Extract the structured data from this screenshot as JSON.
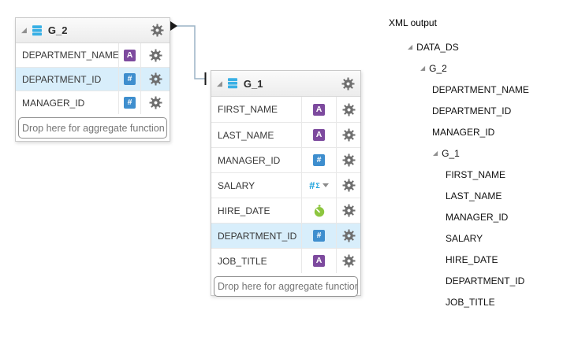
{
  "diagram": {
    "groups": [
      {
        "title": "G_2",
        "header_icon": "dataset-icon",
        "fields": [
          {
            "name": "DEPARTMENT_NAME",
            "type": "text",
            "type_icon": "text-type-icon",
            "highlighted": false
          },
          {
            "name": "DEPARTMENT_ID",
            "type": "number",
            "type_icon": "number-type-icon",
            "highlighted": true
          },
          {
            "name": "MANAGER_ID",
            "type": "number",
            "type_icon": "number-type-icon",
            "highlighted": false
          }
        ],
        "drop_hint": "Drop here for aggregate function"
      },
      {
        "title": "G_1",
        "header_icon": "dataset-icon",
        "fields": [
          {
            "name": "FIRST_NAME",
            "type": "text",
            "type_icon": "text-type-icon",
            "highlighted": false
          },
          {
            "name": "LAST_NAME",
            "type": "text",
            "type_icon": "text-type-icon",
            "highlighted": false
          },
          {
            "name": "MANAGER_ID",
            "type": "number",
            "type_icon": "number-type-icon",
            "highlighted": false
          },
          {
            "name": "SALARY",
            "type": "number-aggregate",
            "type_icon": "number-aggregate-menu-icon",
            "highlighted": false
          },
          {
            "name": "HIRE_DATE",
            "type": "date",
            "type_icon": "date-type-icon",
            "highlighted": false
          },
          {
            "name": "DEPARTMENT_ID",
            "type": "number",
            "type_icon": "number-type-icon",
            "highlighted": true
          },
          {
            "name": "JOB_TITLE",
            "type": "text",
            "type_icon": "text-type-icon",
            "highlighted": false
          }
        ],
        "drop_hint": "Drop here for aggregate function"
      }
    ],
    "link": {
      "from": "G_2",
      "to": "G_1"
    }
  },
  "xml_output": {
    "title": "XML output",
    "nodes": [
      {
        "label": "DATA_DS",
        "level": 1,
        "expandable": true
      },
      {
        "label": "G_2",
        "level": 2,
        "expandable": true
      },
      {
        "label": "DEPARTMENT_NAME",
        "level": 3,
        "expandable": false
      },
      {
        "label": "DEPARTMENT_ID",
        "level": 3,
        "expandable": false
      },
      {
        "label": "MANAGER_ID",
        "level": 3,
        "expandable": false
      },
      {
        "label": "G_1",
        "level": 3,
        "expandable": true
      },
      {
        "label": "FIRST_NAME",
        "level": 4,
        "expandable": false
      },
      {
        "label": "LAST_NAME",
        "level": 4,
        "expandable": false
      },
      {
        "label": "MANAGER_ID",
        "level": 4,
        "expandable": false
      },
      {
        "label": "SALARY",
        "level": 4,
        "expandable": false
      },
      {
        "label": "HIRE_DATE",
        "level": 4,
        "expandable": false
      },
      {
        "label": "DEPARTMENT_ID",
        "level": 4,
        "expandable": false
      },
      {
        "label": "JOB_TITLE",
        "level": 4,
        "expandable": false
      }
    ]
  },
  "icons": {
    "expanded_glyph": "◢",
    "text_glyph": "A",
    "number_glyph": "#",
    "agg_hash_glyph": "#",
    "agg_sigma_glyph": "Σ"
  },
  "colors": {
    "row_highlight": "#d8eefb",
    "text_type_icon": "#7d4a9e",
    "number_type_icon": "#3e8ece",
    "date_type_icon": "#8dc63f",
    "aggregate_icon": "#18a0dc",
    "gear_icon": "#6e6e6e",
    "connector_line": "#9cb3c5",
    "box_border": "#c9c9c9"
  }
}
